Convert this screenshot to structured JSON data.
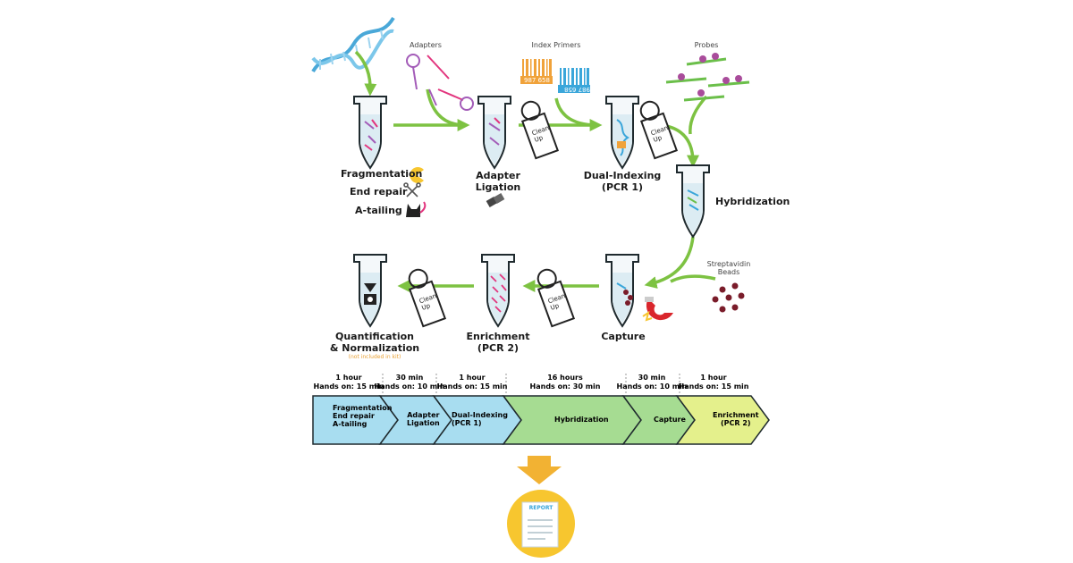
{
  "reagents": {
    "adapters": "Adapters",
    "index_primers": "Index Primers",
    "probes": "Probes",
    "streptavidin": "Streptavidin\nBeads"
  },
  "barcodes": {
    "left": "987 658",
    "right": "987 658"
  },
  "clean_up": "Clean\nUp",
  "steps": {
    "fragmentation": "Fragmentation",
    "end_repair": "End repair",
    "a_tailing": "A-tailing",
    "adapter_ligation": "Adapter\nLigation",
    "dual_indexing": "Dual-Indexing\n(PCR 1)",
    "hybridization": "Hybridization",
    "capture": "Capture",
    "enrichment": "Enrichment\n(PCR 2)",
    "quantification": "Quantification\n& Normalization",
    "not_included": "(not included in kit)"
  },
  "timeline": {
    "headers": [
      {
        "time": "1 hour",
        "hands_on": "Hands on: 15 min"
      },
      {
        "time": "30 min",
        "hands_on": "Hands on: 10 min"
      },
      {
        "time": "1 hour",
        "hands_on": "Hands on: 15 min"
      },
      {
        "time": "16 hours",
        "hands_on": "Hands on: 30 min"
      },
      {
        "time": "30 min",
        "hands_on": "Hands on: 10 min"
      },
      {
        "time": "1 hour",
        "hands_on": "Hands on: 15 min"
      }
    ],
    "segments": [
      {
        "label": "Fragmentation\nEnd repair\nA-tailing",
        "color": "#a8ddf0"
      },
      {
        "label": "Adapter\nLigation",
        "color": "#a8ddf0"
      },
      {
        "label": "Dual-Indexing\n(PCR 1)",
        "color": "#a8ddf0"
      },
      {
        "label": "Hybridization",
        "color": "#a6dc92"
      },
      {
        "label": "Capture",
        "color": "#a6dc92"
      },
      {
        "label": "Enrichment\n(PCR 2)",
        "color": "#e4f08c"
      }
    ]
  },
  "report": {
    "title": "REPORT"
  },
  "colors": {
    "arrow_green": "#7dc242",
    "report_yellow": "#f7c62f",
    "magnet_red": "#d9262c"
  }
}
